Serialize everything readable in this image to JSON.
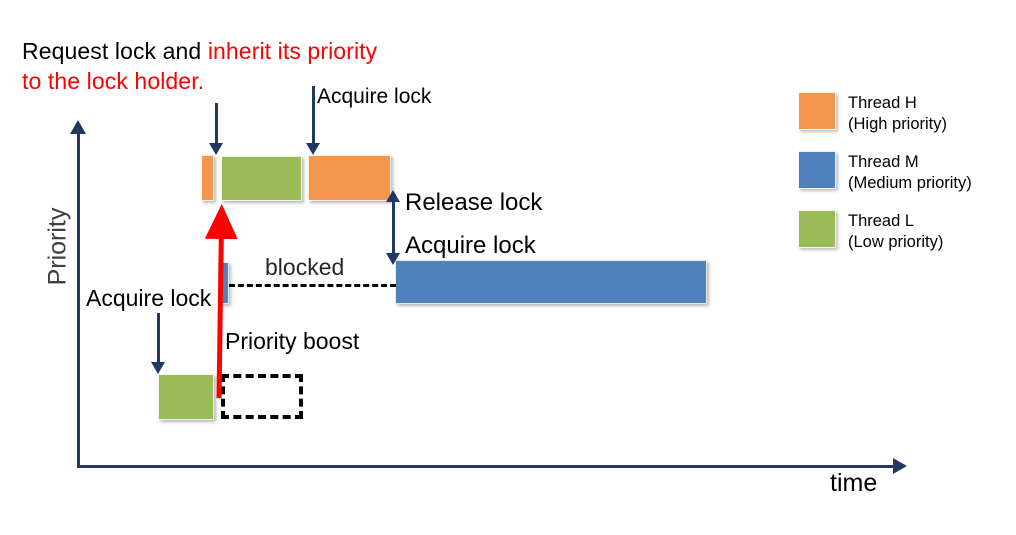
{
  "caption": {
    "line1_black": "Request lock and ",
    "line1_red": "inherit its priority",
    "line2_red": "to the lock holder."
  },
  "axes": {
    "y_label": "Priority",
    "x_label": "time"
  },
  "annotations": {
    "acquire_lock_top": "Acquire lock",
    "release_lock": "Release lock",
    "acquire_lock_mid": "Acquire lock",
    "blocked": "blocked",
    "acquire_lock_low": "Acquire lock",
    "priority_boost": "Priority boost"
  },
  "legend": {
    "items": [
      {
        "name": "Thread H",
        "detail": "(High priority)",
        "color": "#F4974C",
        "swatch_name": "legend-swatch-thread-h"
      },
      {
        "name": "Thread M",
        "detail": "(Medium priority)",
        "color": "#4F81BD",
        "swatch_name": "legend-swatch-thread-m"
      },
      {
        "name": "Thread L",
        "detail": "(Low priority)",
        "color": "#9BBB59",
        "swatch_name": "legend-swatch-thread-l"
      }
    ]
  },
  "colors": {
    "thread_h": "#F4974C",
    "thread_m": "#4F81BD",
    "thread_l": "#9BBB59",
    "axis": "#1F3864",
    "highlight": "#FF0000"
  },
  "timeline": {
    "bars": [
      {
        "thread": "Thread H",
        "label": "h-request-lock"
      },
      {
        "thread": "Thread L",
        "label": "l-boosted-run"
      },
      {
        "thread": "Thread H",
        "label": "h-critical-section"
      },
      {
        "thread": "Thread M",
        "label": "m-ready-blocked"
      },
      {
        "thread": "Thread M",
        "label": "m-run"
      },
      {
        "thread": "Thread L",
        "label": "l-initial-run"
      },
      {
        "thread": "Thread L",
        "label": "l-preempted-placeholder"
      }
    ]
  }
}
